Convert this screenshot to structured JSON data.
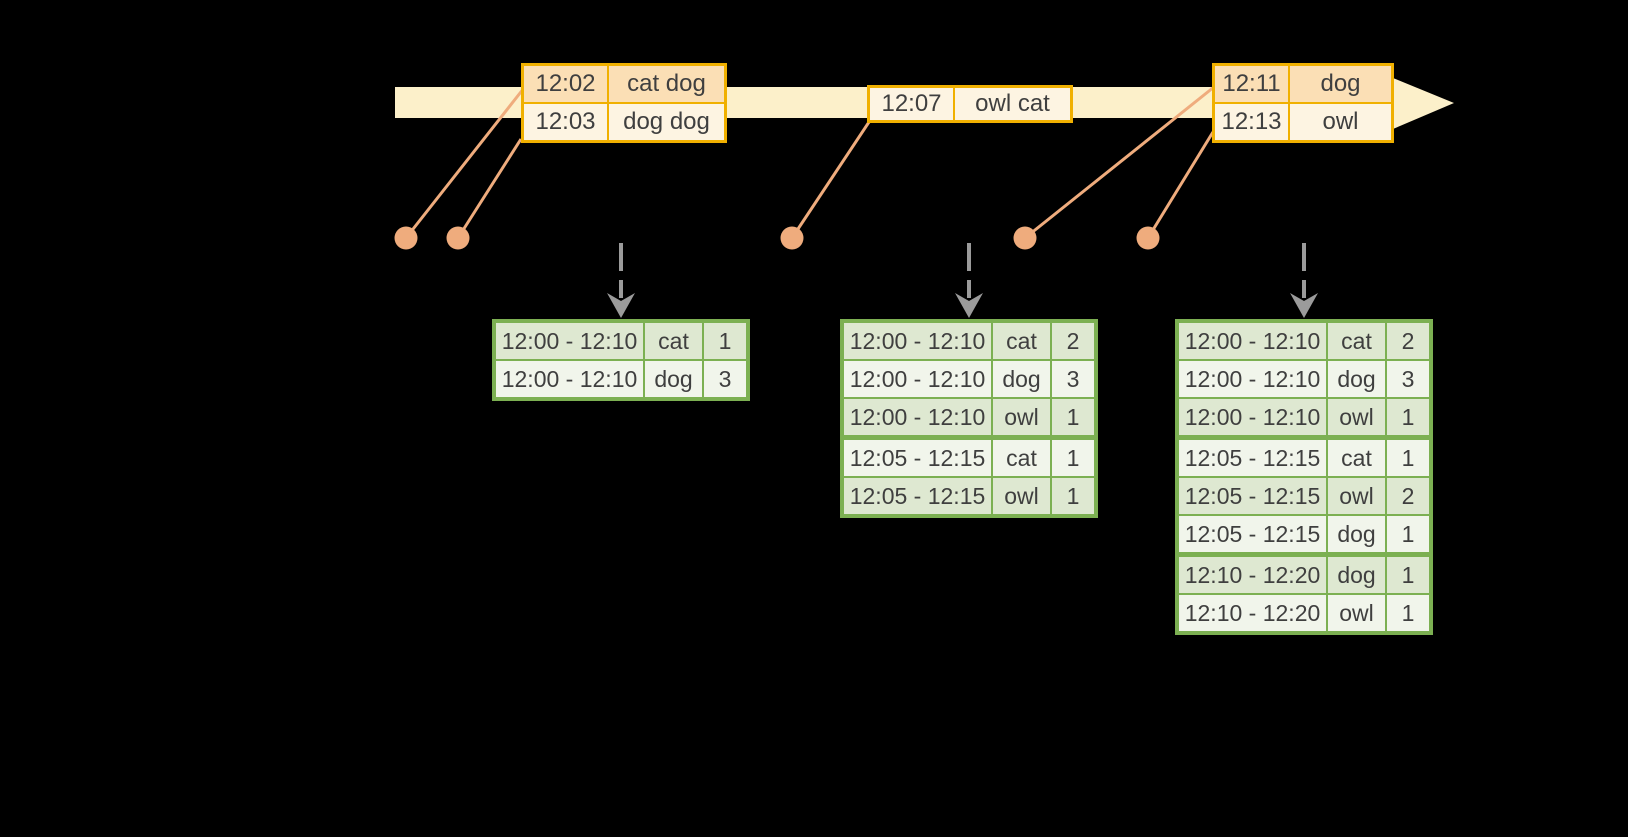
{
  "colors": {
    "background": "#000000",
    "timeline_fill": "#FCF0CA",
    "event_table_border": "#F0B000",
    "event_row_peach": "#FBDFB5",
    "event_row_cream": "#FDF4E2",
    "connector_orange": "#EFAC7D",
    "trigger_arrow_gray": "#9B9B9B",
    "result_table_border": "#7CB052",
    "result_row_shaded": "#DEE8D1",
    "result_row_light": "#F1F5EB",
    "text": "#3F3F3F"
  },
  "event_batches": [
    {
      "rows": [
        {
          "time": "12:02",
          "words": "cat dog"
        },
        {
          "time": "12:03",
          "words": "dog dog"
        }
      ]
    },
    {
      "rows": [
        {
          "time": "12:07",
          "words": "owl cat"
        }
      ]
    },
    {
      "rows": [
        {
          "time": "12:11",
          "words": "dog"
        },
        {
          "time": "12:13",
          "words": "owl"
        }
      ]
    }
  ],
  "result_tables": [
    {
      "rows": [
        {
          "window": "12:00 - 12:10",
          "word": "cat",
          "count": "1"
        },
        {
          "window": "12:00 - 12:10",
          "word": "dog",
          "count": "3"
        }
      ]
    },
    {
      "rows": [
        {
          "window": "12:00 - 12:10",
          "word": "cat",
          "count": "2"
        },
        {
          "window": "12:00 - 12:10",
          "word": "dog",
          "count": "3"
        },
        {
          "window": "12:00 - 12:10",
          "word": "owl",
          "count": "1"
        },
        {
          "window": "12:05 - 12:15",
          "word": "cat",
          "count": "1"
        },
        {
          "window": "12:05 - 12:15",
          "word": "owl",
          "count": "1"
        }
      ]
    },
    {
      "rows": [
        {
          "window": "12:00 - 12:10",
          "word": "cat",
          "count": "2"
        },
        {
          "window": "12:00 - 12:10",
          "word": "dog",
          "count": "3"
        },
        {
          "window": "12:00 - 12:10",
          "word": "owl",
          "count": "1"
        },
        {
          "window": "12:05 - 12:15",
          "word": "cat",
          "count": "1"
        },
        {
          "window": "12:05 - 12:15",
          "word": "owl",
          "count": "2"
        },
        {
          "window": "12:05 - 12:15",
          "word": "dog",
          "count": "1"
        },
        {
          "window": "12:10 - 12:20",
          "word": "dog",
          "count": "1"
        },
        {
          "window": "12:10 - 12:20",
          "word": "owl",
          "count": "1"
        }
      ]
    }
  ]
}
